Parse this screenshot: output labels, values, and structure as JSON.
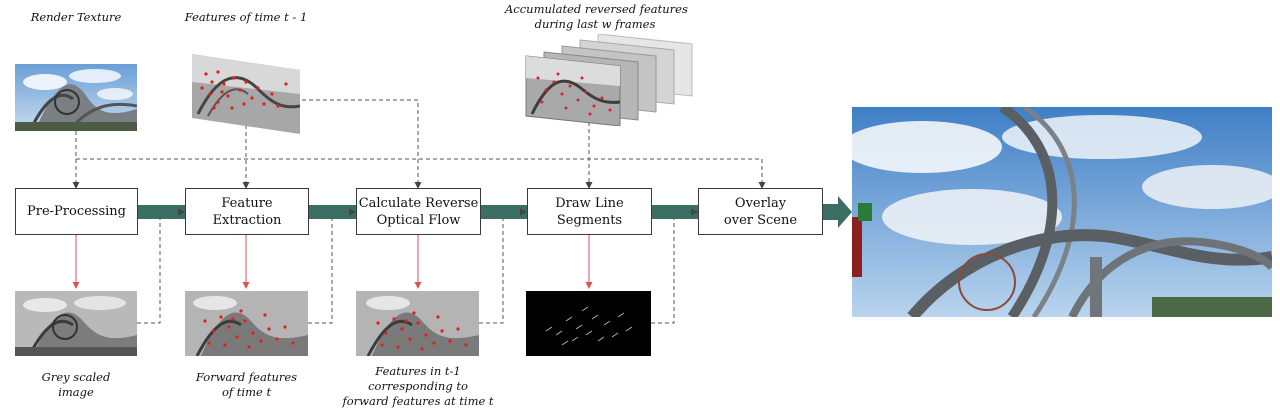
{
  "labels": {
    "render_texture": "Render Texture",
    "features_prev": "Features of time t - 1",
    "accumulated_line1": "Accumulated reversed features",
    "accumulated_line2": "during last w frames",
    "grey_line1": "Grey scaled",
    "grey_line2": "image",
    "forward_line1": "Forward features",
    "forward_line2": "of time t",
    "corr_line1": "Features in t-1",
    "corr_line2": "corresponding to",
    "corr_line3": "forward features at time t"
  },
  "boxes": {
    "preprocessing": "Pre-Processing",
    "feature_line1": "Feature",
    "feature_line2": "Extraction",
    "reverse_line1": "Calculate Reverse",
    "reverse_line2": "Optical Flow",
    "draw_line1": "Draw Line",
    "draw_line2": "Segments",
    "overlay_line1": "Overlay",
    "overlay_line2": "over Scene"
  },
  "colors": {
    "pipeline_arrow": "#3b6f63",
    "feature_arrow": "#d9534f",
    "dashed_line": "#555555",
    "feature_point": "#e02020"
  },
  "icons": {
    "render": "roller-coaster-color-image",
    "grey": "roller-coaster-greyscale-image",
    "features": "red-feature-points-image",
    "lines": "line-segments-on-black-image",
    "result": "roller-coaster-scene-output-image"
  }
}
